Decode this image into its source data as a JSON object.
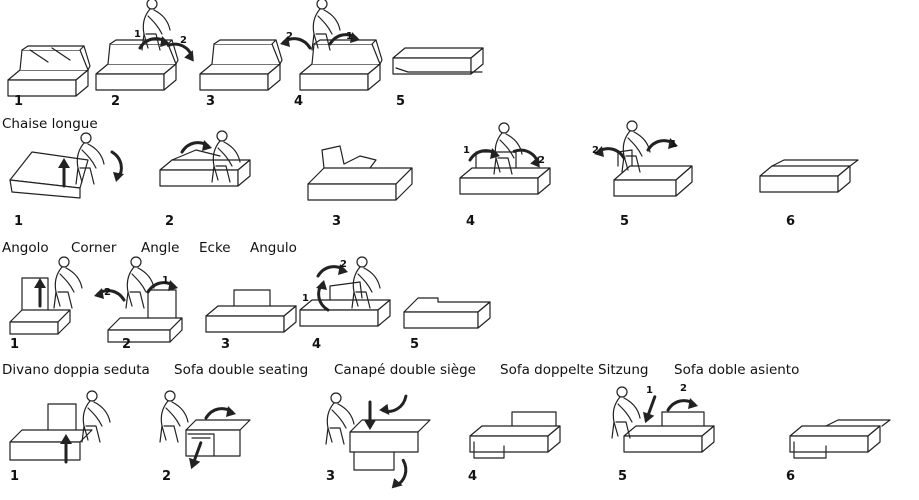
{
  "row1": {
    "steps": [
      "1",
      "2",
      "3",
      "4",
      "5"
    ],
    "arrow_labels": [
      "1",
      "2",
      "2",
      "1"
    ]
  },
  "chaise": {
    "title": "Chaise longue",
    "steps": [
      "1",
      "2",
      "3",
      "4",
      "5",
      "6"
    ],
    "arrow_labels": [
      "1",
      "2",
      "2",
      "1"
    ]
  },
  "corner": {
    "captions": [
      "Angolo",
      "Corner",
      "Angle",
      "Ecke",
      "Angulo"
    ],
    "steps": [
      "1",
      "2",
      "3",
      "4",
      "5"
    ],
    "arrow_labels": [
      "2",
      "1",
      "2",
      "1"
    ]
  },
  "double": {
    "captions": [
      "Divano doppia seduta",
      "Sofa double seating",
      "Canapé double siège",
      "Sofa doppelte Sitzung",
      "Sofa doble asiento"
    ],
    "steps": [
      "1",
      "2",
      "3",
      "4",
      "5",
      "6"
    ],
    "arrow_labels": [
      "1",
      "2"
    ]
  },
  "icons": [
    "person-icon",
    "curved-arrow-icon",
    "straight-arrow-icon",
    "sofa-module-icon"
  ]
}
